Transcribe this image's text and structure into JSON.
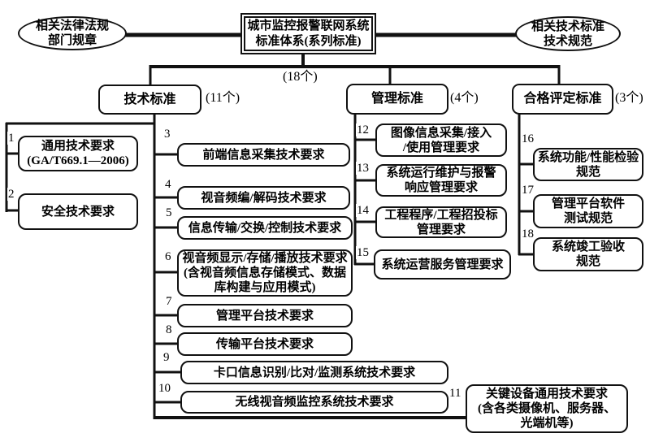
{
  "diagram": {
    "root": {
      "lines": [
        "城市监控报警联网系统",
        "标准体系(系列标准)"
      ]
    },
    "left_node": {
      "lines": [
        "相关法律法规",
        "部门规章"
      ]
    },
    "right_node": {
      "lines": [
        "相关技术标准",
        "技术规范"
      ]
    },
    "total_count": "(18个)",
    "categories": [
      {
        "label": "技术标准",
        "count": "(11个)"
      },
      {
        "label": "管理标准",
        "count": "(4个)"
      },
      {
        "label": "合格评定标准",
        "count": "(3个)"
      }
    ],
    "items": [
      {
        "no": "1",
        "lines": [
          "通用技术要求",
          "(GA/T669.1—2006)"
        ]
      },
      {
        "no": "2",
        "lines": [
          "安全技术要求"
        ]
      },
      {
        "no": "3",
        "lines": [
          "前端信息采集技术要求"
        ]
      },
      {
        "no": "4",
        "lines": [
          "视音频编/解码技术要求"
        ]
      },
      {
        "no": "5",
        "lines": [
          "信息传输/交换/控制技术要求"
        ]
      },
      {
        "no": "6",
        "lines": [
          "视音频显示/存储/播放技术要求",
          "(含视音频信息存储模式、数据",
          "库构建与应用模式)"
        ]
      },
      {
        "no": "7",
        "lines": [
          "管理平台技术要求"
        ]
      },
      {
        "no": "8",
        "lines": [
          "传输平台技术要求"
        ]
      },
      {
        "no": "9",
        "lines": [
          "卡口信息识别/比对/监测系统技术要求"
        ]
      },
      {
        "no": "10",
        "lines": [
          "无线视音频监控系统技术要求"
        ]
      },
      {
        "no": "11",
        "lines": [
          "关键设备通用技术要求",
          "(含各类摄像机、服务器、",
          "光端机等)"
        ]
      },
      {
        "no": "12",
        "lines": [
          "图像信息采集/接入",
          "/使用管理要求"
        ]
      },
      {
        "no": "13",
        "lines": [
          "系统运行维护与报警",
          "响应管理要求"
        ]
      },
      {
        "no": "14",
        "lines": [
          "工程程序/工程招投标",
          "管理要求"
        ]
      },
      {
        "no": "15",
        "lines": [
          "系统运营服务管理要求"
        ]
      },
      {
        "no": "16",
        "lines": [
          "系统功能/性能检验",
          "规范"
        ]
      },
      {
        "no": "17",
        "lines": [
          "管理平台软件",
          "测试规范"
        ]
      },
      {
        "no": "18",
        "lines": [
          "系统竣工验收",
          "规范"
        ]
      }
    ]
  }
}
